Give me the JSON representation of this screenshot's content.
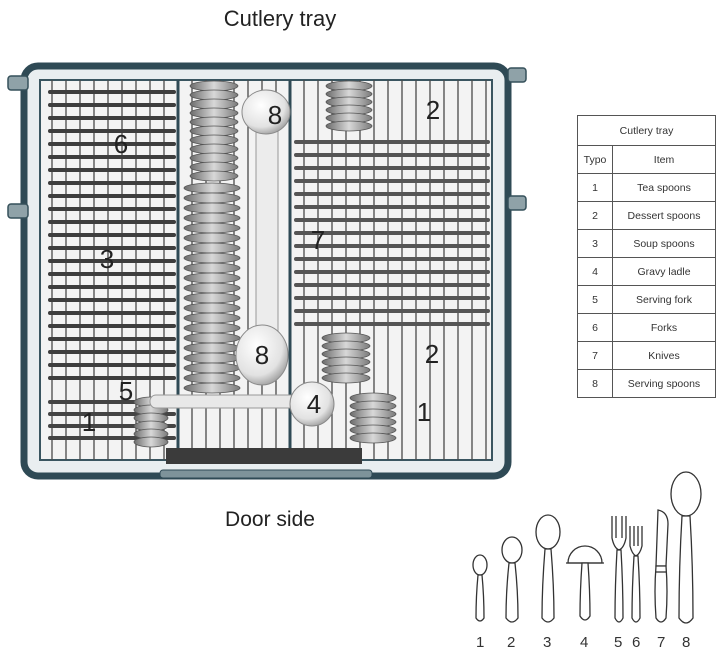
{
  "figure": {
    "title": "Cutlery tray",
    "bottom_label": "Door side"
  },
  "tray_labels": [
    {
      "key": "lbl-6",
      "text": "6"
    },
    {
      "key": "lbl-8-top",
      "text": "8"
    },
    {
      "key": "lbl-2-top",
      "text": "2"
    },
    {
      "key": "lbl-7",
      "text": "7"
    },
    {
      "key": "lbl-3",
      "text": "3"
    },
    {
      "key": "lbl-8-mid",
      "text": "8"
    },
    {
      "key": "lbl-2-mid",
      "text": "2"
    },
    {
      "key": "lbl-5",
      "text": "5"
    },
    {
      "key": "lbl-4",
      "text": "4"
    },
    {
      "key": "lbl-1-left",
      "text": "1"
    },
    {
      "key": "lbl-1-right",
      "text": "1"
    }
  ],
  "legend": {
    "title": "Cutlery tray",
    "header_type": "Typo",
    "header_item": "Item",
    "rows": [
      {
        "type": "1",
        "item": "Tea spoons"
      },
      {
        "type": "2",
        "item": "Dessert spoons"
      },
      {
        "type": "3",
        "item": "Soup spoons"
      },
      {
        "type": "4",
        "item": "Gravy ladle"
      },
      {
        "type": "5",
        "item": "Serving fork"
      },
      {
        "type": "6",
        "item": "Forks"
      },
      {
        "type": "7",
        "item": "Knives"
      },
      {
        "type": "8",
        "item": "Serving spoons"
      }
    ]
  },
  "utensil_icons": [
    {
      "label": "1",
      "name": "tea-spoon-icon"
    },
    {
      "label": "2",
      "name": "dessert-spoon-icon"
    },
    {
      "label": "3",
      "name": "soup-spoon-icon"
    },
    {
      "label": "4",
      "name": "gravy-ladle-icon"
    },
    {
      "label": "5",
      "name": "serving-fork-icon"
    },
    {
      "label": "6",
      "name": "fork-icon"
    },
    {
      "label": "7",
      "name": "knife-icon"
    },
    {
      "label": "8",
      "name": "serving-spoon-icon"
    }
  ]
}
